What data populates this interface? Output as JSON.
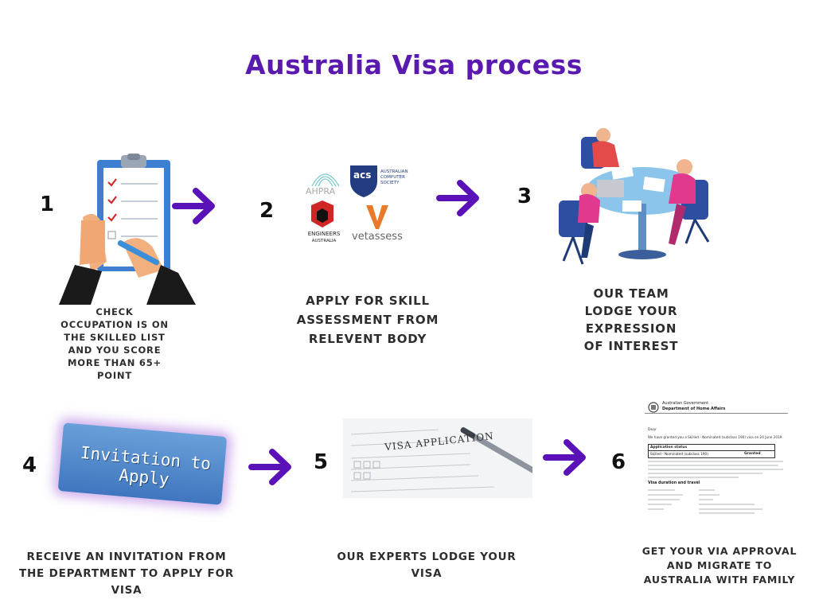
{
  "title": "Australia Visa process",
  "colors": {
    "accent": "#5a1ab0",
    "arrow": "#5a12b8"
  },
  "steps": [
    {
      "number": "1",
      "caption": "CHECK OCCUPATION IS ON THE SKILLED LIST AND YOU SCORE MORE THAN 65+ POINT",
      "icon": "clipboard-checklist-icon"
    },
    {
      "number": "2",
      "caption": "APPLY FOR SKILL ASSESSMENT FROM RELEVENT BODY",
      "icon": "assessment-body-logos-icon"
    },
    {
      "number": "3",
      "caption": "OUR TEAM LODGE YOUR EXPRESSION OF INTEREST",
      "icon": "team-meeting-icon"
    },
    {
      "number": "4",
      "caption": "RECEIVE AN INVITATION FROM THE DEPARTMENT TO APPLY FOR VISA",
      "icon": "invitation-sign-icon"
    },
    {
      "number": "5",
      "caption": "OUR EXPERTS LODGE YOUR VISA",
      "icon": "visa-application-form-icon"
    },
    {
      "number": "6",
      "caption": "GET YOUR VIA APPROVAL AND MIGRATE TO AUSTRALIA WITH FAMILY",
      "icon": "visa-grant-letter-icon"
    }
  ],
  "logos": {
    "ahpra": "AHPRA",
    "acs": "acs",
    "acs_full_1": "AUSTRALIAN",
    "acs_full_2": "COMPUTER",
    "acs_full_3": "SOCIETY",
    "engineers_1": "ENGINEERS",
    "engineers_2": "AUSTRALIA",
    "vetassess": "vetassess"
  },
  "invitation_sign": "Invitation to Apply",
  "visa_form_title": "VISA APPLICATION",
  "grant_letter": {
    "gov": "Australian Government",
    "dept": "Department of Home Affairs",
    "dear": "Dear",
    "intro": "We have granted you a Skilled - Nominated (subclass 190) visa on 24 June 2019.",
    "status_header": "Application status",
    "status_visa": "Skilled - Nominated (subclass 190)",
    "status_value": "Granted",
    "section": "Visa duration and travel"
  }
}
